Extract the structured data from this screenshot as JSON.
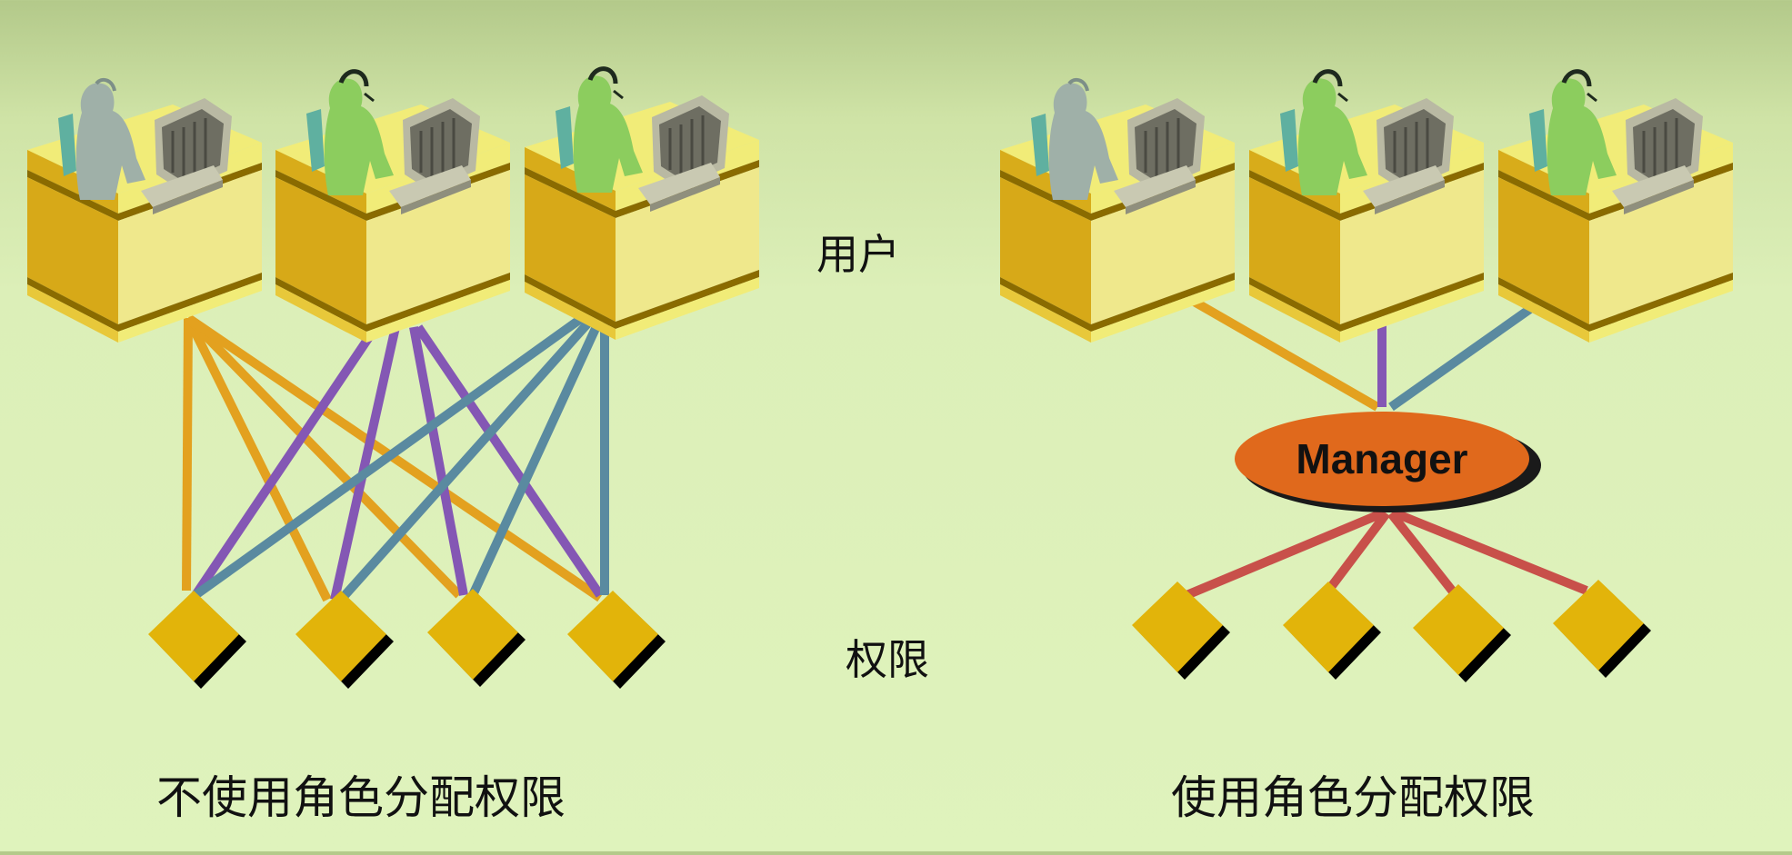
{
  "labels": {
    "users": "用户",
    "permissions": "权限",
    "caption_without_roles": "不使用角色分配权限",
    "caption_with_roles": "使用角色分配权限",
    "manager": "Manager"
  },
  "colors": {
    "user1_line": "#e3a11f",
    "user2_line": "#8457b4",
    "user3_line": "#5a8aa0",
    "manager_line": "#c8504a",
    "manager_fill": "#e0691c",
    "desk_light": "#f1ec78",
    "desk_mid": "#e8c83a",
    "desk_dark": "#c79a10",
    "diamond_fill": "#e2b40a",
    "person_gray": "#9fb0a8",
    "person_green": "#8ccd5e",
    "chair": "#5fb0a0"
  },
  "icons": {
    "user_workstation": "person-at-desk-icon",
    "permission": "diamond-icon",
    "role": "manager-role-ellipse"
  }
}
